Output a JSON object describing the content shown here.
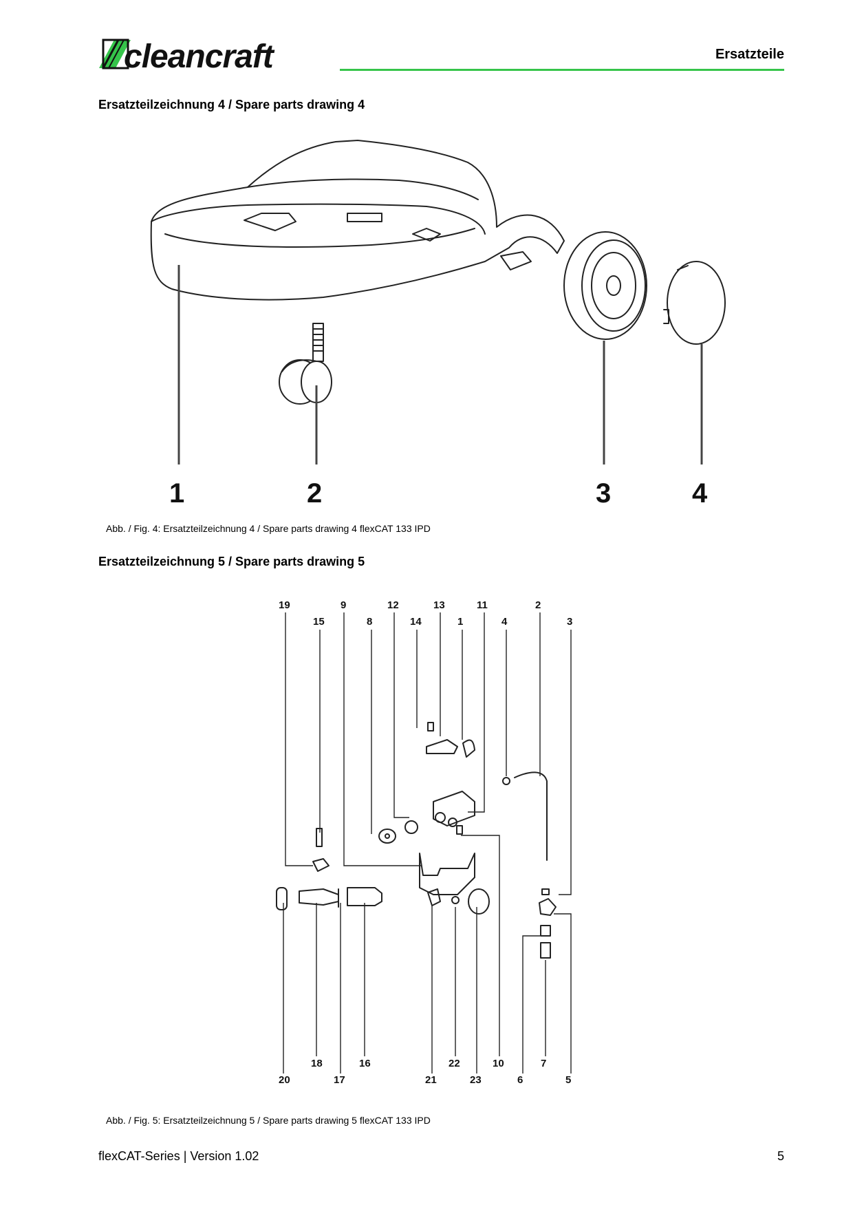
{
  "header": {
    "brand": "cleancraft",
    "title": "Ersatzteile",
    "accent_color": "#35c44a"
  },
  "drawing4": {
    "title": "Ersatzteilzeichnung 4 / Spare parts drawing 4",
    "caption": "Abb. / Fig. 4: Ersatzteilzeichnung 4 / Spare parts drawing 4 flexCAT 133 IPD",
    "labels": [
      "1",
      "2",
      "3",
      "4"
    ]
  },
  "drawing5": {
    "title": "Ersatzteilzeichnung 5 / Spare parts drawing 5",
    "caption": "Abb. / Fig. 5: Ersatzteilzeichnung 5 / Spare parts drawing 5 flexCAT 133 IPD",
    "top_row1": [
      "19",
      "9",
      "12",
      "13",
      "11",
      "2"
    ],
    "top_row2": [
      "15",
      "8",
      "14",
      "1",
      "4",
      "3"
    ],
    "bottom_row1": [
      "18",
      "16",
      "22",
      "10",
      "7"
    ],
    "bottom_row2": [
      "20",
      "17",
      "21",
      "23",
      "6",
      "5"
    ]
  },
  "footer": {
    "series": "flexCAT-Series | Version 1.02",
    "page": "5"
  }
}
